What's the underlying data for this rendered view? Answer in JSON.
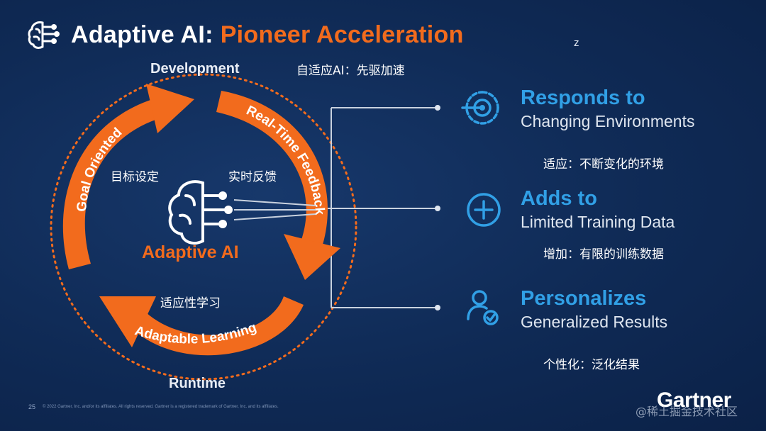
{
  "title": {
    "part1": "Adaptive AI:",
    "part2": "Pioneer Acceleration",
    "cn": "自适应AI：先驱加速",
    "stray": "z"
  },
  "cycle": {
    "top_label": "Development",
    "bottom_label": "Runtime",
    "center_label": "Adaptive AI",
    "arcs": {
      "goal": "Goal Oriented",
      "feedback": "Real-Time Feedback",
      "learning": "Adaptable Learning"
    },
    "cn": {
      "goal": "目标设定",
      "feedback": "实时反馈",
      "learning": "适应性学习"
    }
  },
  "items": [
    {
      "icon": "radar-icon",
      "head": "Responds to",
      "sub": "Changing Environments",
      "cn": "适应：不断变化的环境"
    },
    {
      "icon": "plus-circle-icon",
      "head": "Adds to",
      "sub": "Limited Training Data",
      "cn": "增加：有限的训练数据"
    },
    {
      "icon": "user-check-icon",
      "head": "Personalizes",
      "sub": "Generalized Results",
      "cn": "个性化：泛化结果"
    }
  ],
  "footer": {
    "page": "25",
    "legal": "© 2022 Gartner, Inc. and/or its affiliates. All rights reserved. Gartner is a registered trademark of Gartner, Inc. and its affiliates.",
    "brand": "Gartner",
    "watermark": "@稀土掘金技术社区"
  },
  "colors": {
    "background": "#0f2a55",
    "accent": "#f26b1d",
    "heading_blue": "#31a0e6",
    "connector": "#c9d2df"
  }
}
